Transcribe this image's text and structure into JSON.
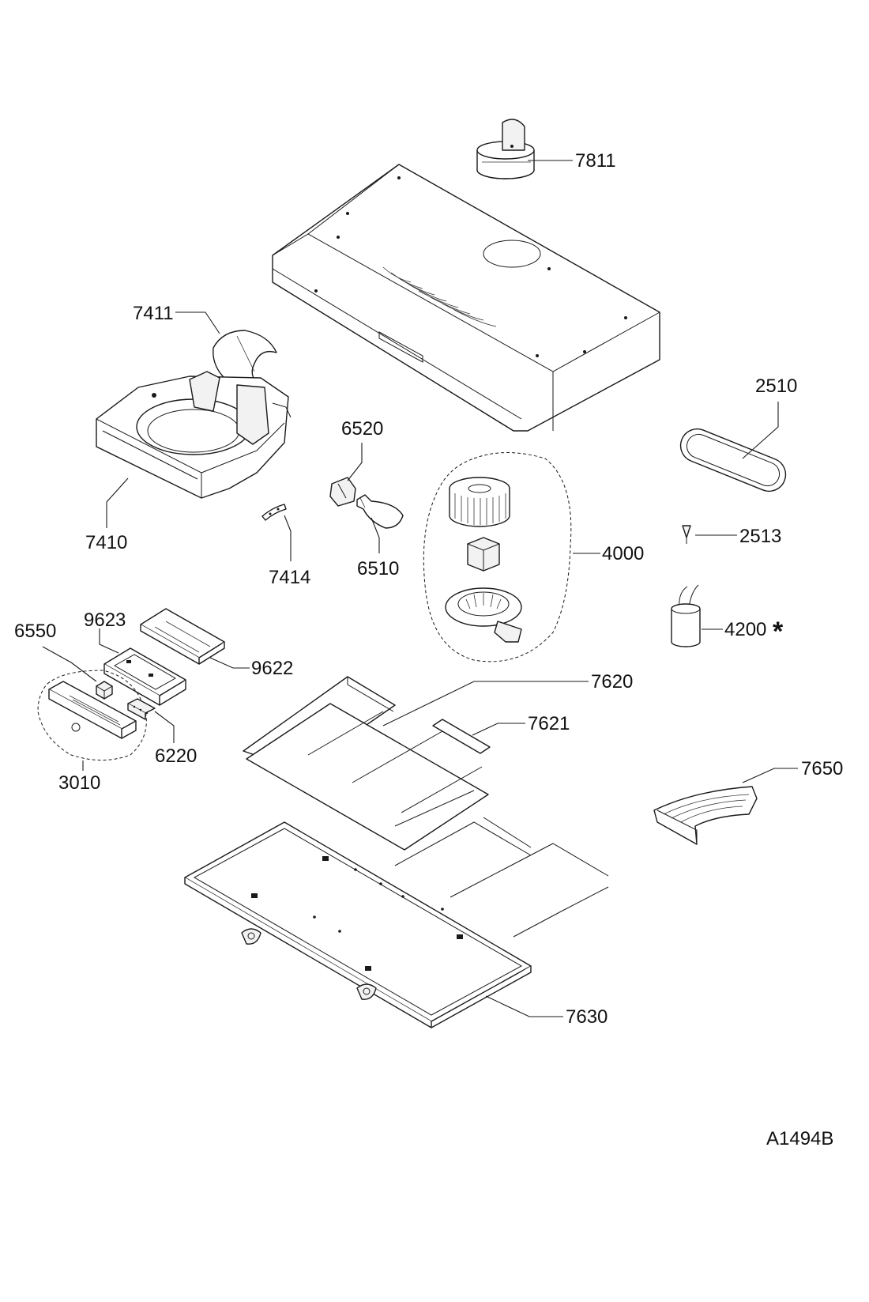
{
  "drawing": {
    "reference_code": "A1494B",
    "note_marker": "*"
  },
  "parts": {
    "p7811": "7811",
    "p7411": "7411",
    "p7410": "7410",
    "p7414": "7414",
    "p6520": "6520",
    "p6510": "6510",
    "p4000": "4000",
    "p2510": "2510",
    "p2513": "2513",
    "p4200": "4200",
    "p9623": "9623",
    "p6550": "6550",
    "p9622": "9622",
    "p6220": "6220",
    "p3010": "3010",
    "p7620": "7620",
    "p7621": "7621",
    "p7650": "7650",
    "p7630": "7630"
  },
  "colors": {
    "line": "#1a1a1a",
    "background": "#ffffff"
  }
}
